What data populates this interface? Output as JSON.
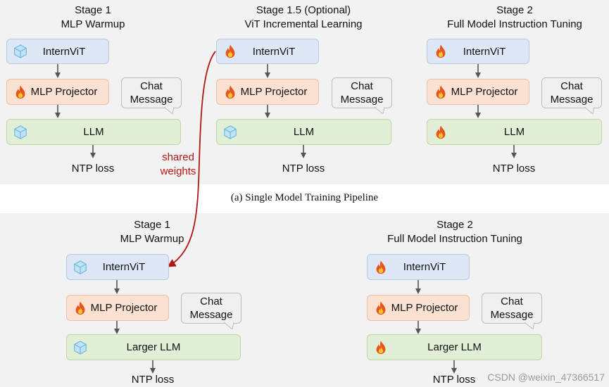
{
  "top": {
    "stage1": {
      "title": "Stage 1",
      "subtitle": "MLP Warmup",
      "vision": "InternViT",
      "vision_icon": "ice-icon",
      "projector": "MLP Projector",
      "projector_icon": "flame-icon",
      "chat": [
        "Chat",
        "Message"
      ],
      "llm": "LLM",
      "llm_icon": "ice-icon",
      "loss": "NTP loss"
    },
    "stage15": {
      "title": "Stage 1.5 (Optional)",
      "subtitle": "ViT Incremental Learning",
      "vision": "InternViT",
      "vision_icon": "flame-icon",
      "projector": "MLP Projector",
      "projector_icon": "flame-icon",
      "chat": [
        "Chat",
        "Message"
      ],
      "llm": "LLM",
      "llm_icon": "ice-icon",
      "loss": "NTP loss"
    },
    "stage2": {
      "title": "Stage 2",
      "subtitle": "Full Model Instruction Tuning",
      "vision": "InternViT",
      "vision_icon": "flame-icon",
      "projector": "MLP Projector",
      "projector_icon": "flame-icon",
      "chat": [
        "Chat",
        "Message"
      ],
      "llm": "LLM",
      "llm_icon": "flame-icon",
      "loss": "NTP loss"
    }
  },
  "shared_weights": [
    "shared",
    "weights"
  ],
  "caption": "(a) Single Model Training Pipeline",
  "bottom": {
    "stage1": {
      "title": "Stage 1",
      "subtitle": "MLP Warmup",
      "vision": "InternViT",
      "vision_icon": "ice-icon",
      "projector": "MLP Projector",
      "projector_icon": "flame-icon",
      "chat": [
        "Chat",
        "Message"
      ],
      "llm": "Larger LLM",
      "llm_icon": "ice-icon",
      "loss": "NTP loss"
    },
    "stage2": {
      "title": "Stage 2",
      "subtitle": "Full Model Instruction Tuning",
      "vision": "InternViT",
      "vision_icon": "flame-icon",
      "projector": "MLP Projector",
      "projector_icon": "flame-icon",
      "chat": [
        "Chat",
        "Message"
      ],
      "llm": "Larger LLM",
      "llm_icon": "flame-icon",
      "loss": "NTP loss"
    }
  },
  "watermark": "CSDN @weixin_47366517",
  "colors": {
    "vision_box": "#dde7f6",
    "projector_box": "#fbe1d2",
    "llm_box": "#e1efd6",
    "shared_arrow": "#b01818",
    "panel": "#f2f2f2"
  }
}
